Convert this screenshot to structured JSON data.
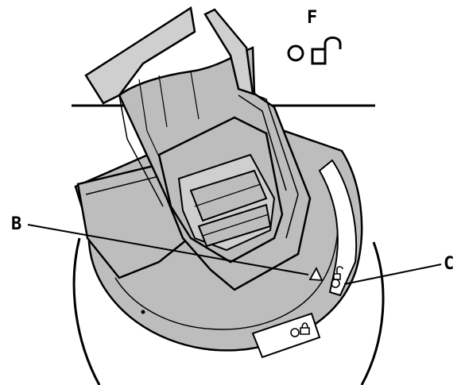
{
  "labels": {
    "b": "B",
    "c": "C",
    "f": "F"
  },
  "icons": {
    "f_legend": [
      "circle-icon",
      "unlocked-padlock-icon"
    ],
    "slot_top": [
      "unlocked-padlock-icon",
      "circle-icon"
    ],
    "slot_bottom": [
      "circle-icon",
      "locked-padlock-icon"
    ]
  },
  "colors": {
    "part_fill": "#bdbdbd",
    "part_fill_light": "#cfcfcf",
    "line": "#000000",
    "background": "#ffffff"
  }
}
